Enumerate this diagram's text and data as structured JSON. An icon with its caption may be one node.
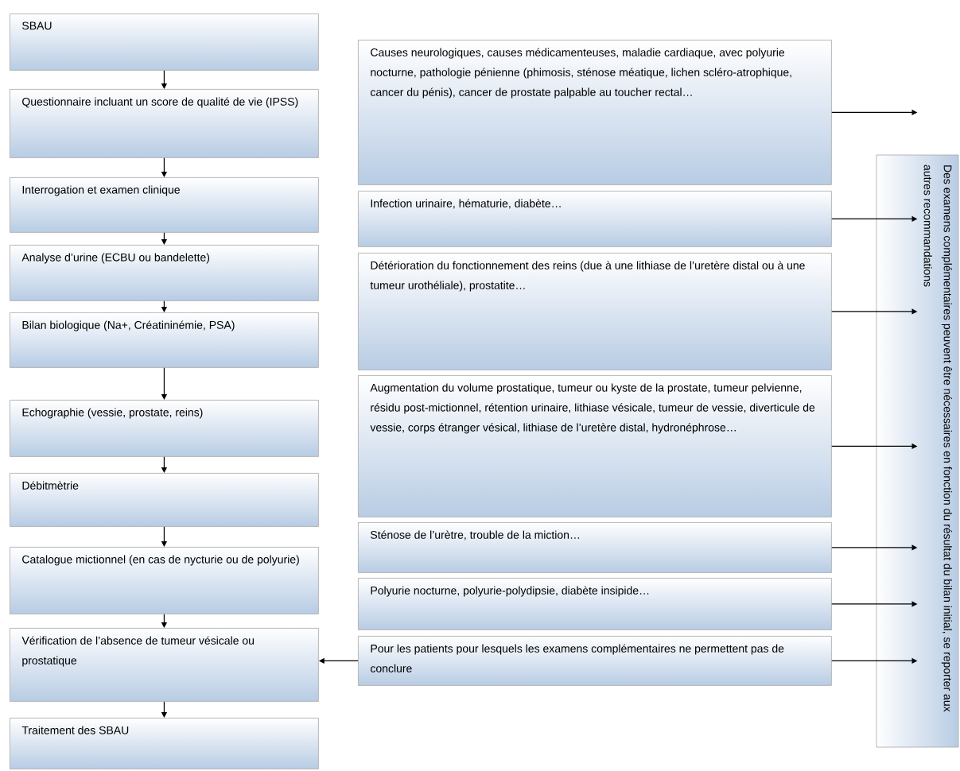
{
  "diagram": {
    "nodes": [
      {
        "text": [
          "SBAU"
        ]
      },
      {
        "text": [
          "Questionnaire incluant un score de qualité de vie (IPSS)"
        ]
      },
      {
        "text": [
          "Interrogation et examen clinique"
        ]
      },
      {
        "text": [
          "Analyse d’urine (ECBU ou bandelette)"
        ]
      },
      {
        "text": [
          "Bilan biologique (Na+, Créatininémie, PSA)"
        ]
      },
      {
        "text": [
          "Echographie (vessie, prostate, reins)"
        ]
      },
      {
        "text": [
          "Débitmètrie"
        ]
      },
      {
        "text": [
          "Catalogue mictionnel (en cas de nycturie ou de polyurie)"
        ]
      },
      {
        "text": [
          "Vérification de l’absence de tumeur vésicale ou prostatique"
        ]
      },
      {
        "text": [
          "Traitement des SBAU"
        ]
      },
      {
        "text": [
          "Causes neurologiques, causes médicamenteuses, maladie cardiaque, avec polyurie nocturne, pathologie pénienne (phimosis, sténose méatique, lichen scléro-atrophique, cancer du pénis), cancer de prostate palpable au toucher rectal…"
        ]
      },
      {
        "text": [
          "Infection urinaire, hématurie, diabète…"
        ]
      },
      {
        "text": [
          "Détérioration du fonctionnement des reins (due à une lithiase de l’uretère distal ou à une tumeur urothéliale), prostatite…"
        ]
      },
      {
        "text": [
          "Augmentation du volume prostatique, tumeur ou kyste de la prostate, tumeur pelvienne, résidu post-mictionnel, rétention urinaire, lithiase vésicale, tumeur de vessie, diverticule de vessie, corps étranger vésical, lithiase de l’uretère distal, hydronéphrose…"
        ]
      },
      {
        "text": [
          "Sténose de l’urètre, trouble de la miction…"
        ]
      },
      {
        "text": [
          "Polyurie nocturne, polyurie-polydipsie, diabète insipide…"
        ]
      },
      {
        "text": [
          "Pour les patients pour lesquels les examens complémentaires ne permettent pas de conclure"
        ]
      },
      {
        "text": [
          "Des examens complémentaires peuvent être nécessaires en fonction du résultat du bilan initial, se reporter aux autres recommandations"
        ]
      }
    ],
    "edges": [
      {
        "from": 0,
        "to": 1,
        "arrow": "to"
      },
      {
        "from": 1,
        "to": 2,
        "arrow": "to"
      },
      {
        "from": 2,
        "to": 3,
        "arrow": "to"
      },
      {
        "from": 3,
        "to": 4,
        "arrow": "to"
      },
      {
        "from": 4,
        "to": 5,
        "arrow": "to"
      },
      {
        "from": 5,
        "to": 6,
        "arrow": "to"
      },
      {
        "from": 6,
        "to": 7,
        "arrow": "to"
      },
      {
        "from": 7,
        "to": 8,
        "arrow": "to"
      },
      {
        "from": 8,
        "to": 9,
        "arrow": "to"
      },
      {
        "from": 10,
        "to": 17,
        "arrow": "to"
      },
      {
        "from": 11,
        "to": 17,
        "arrow": "to"
      },
      {
        "from": 12,
        "to": 17,
        "arrow": "to"
      },
      {
        "from": 13,
        "to": 17,
        "arrow": "to"
      },
      {
        "from": 14,
        "to": 17,
        "arrow": "to"
      },
      {
        "from": 15,
        "to": 17,
        "arrow": "to"
      },
      {
        "from": 16,
        "to": 17,
        "arrow": "to"
      },
      {
        "from": 16,
        "to": 8,
        "arrow": "to"
      }
    ]
  }
}
